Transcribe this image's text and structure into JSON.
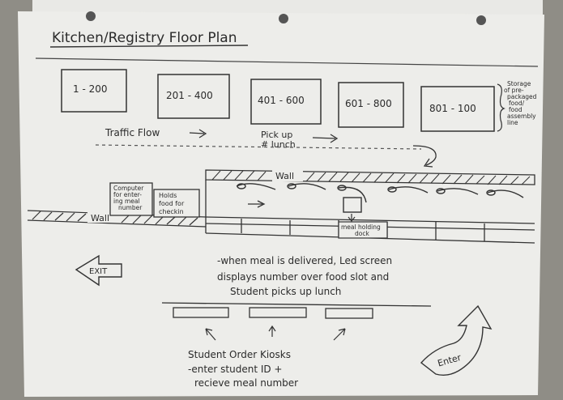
{
  "title": "Kitchen/Registry Floor Plan",
  "number_boxes": [
    "1 - 200",
    "201 - 400",
    "401 - 600",
    "601 - 800",
    "801 - 100"
  ],
  "storage_note": [
    "Storage",
    "of pre-",
    "packaged",
    "food/",
    "food",
    "assembly",
    "line"
  ],
  "traffic_flow": "Traffic Flow",
  "pick_up": [
    "Pick up",
    "# lunch"
  ],
  "wall_top": "Wall",
  "wall_left": "Wall",
  "computer_box": [
    "Computer",
    "for enter-",
    "ing meal",
    "number"
  ],
  "holds_box": [
    "Holds",
    "food for",
    "checkin"
  ],
  "meal_holding": [
    "meal holding",
    "dock"
  ],
  "exit_label": "EXIT",
  "delivery_note": [
    "-when meal is delivered, Led screen",
    "displays number over food slot and",
    "Student picks up lunch"
  ],
  "kiosk_note": [
    "Student Order Kiosks",
    "-enter student ID +",
    "recieve meal number"
  ],
  "enter_label": "Enter"
}
